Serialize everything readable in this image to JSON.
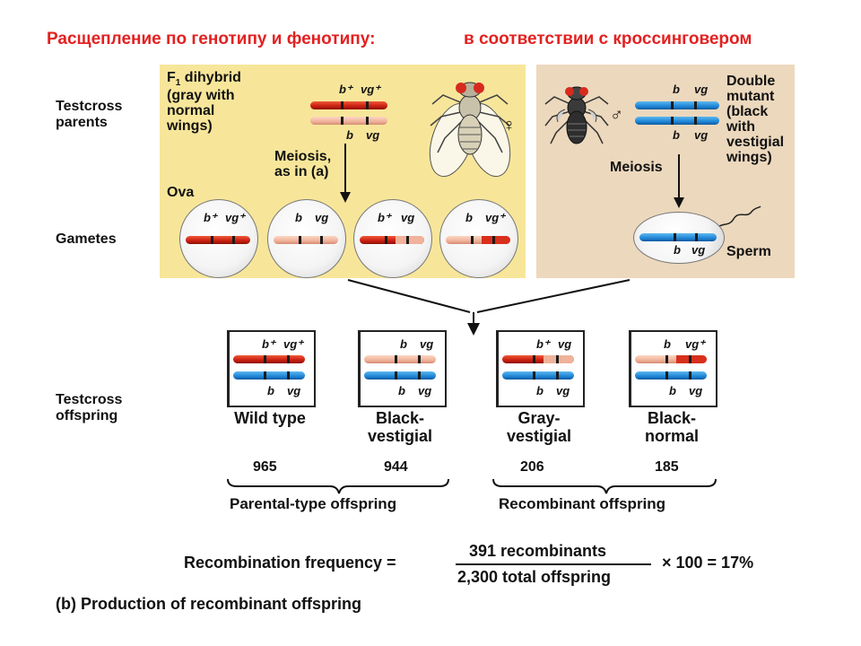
{
  "title": {
    "left": "Расщепление по генотипу и фенотипу:",
    "right": "в соответствии с кроссинговером"
  },
  "row_labels": {
    "testcross_parents": [
      "Testcross",
      "parents"
    ],
    "gametes": "Gametes",
    "testcross_offspring": [
      "Testcross",
      "offspring"
    ]
  },
  "left_panel": {
    "f1_prefix": "F",
    "f1_sub": "1",
    "f1_rest": "dihybrid",
    "desc": [
      "(gray with",
      "normal",
      "wings)"
    ],
    "meiosis": [
      "Meiosis,",
      "as in (a)"
    ],
    "ova": "Ova",
    "female_symbol": "♀",
    "alleles_top": [
      "b⁺",
      "vg⁺"
    ],
    "alleles_bottom": [
      "b",
      "vg"
    ],
    "gametes": [
      {
        "b": "b⁺",
        "vg": "vg⁺"
      },
      {
        "b": "b",
        "vg": "vg"
      },
      {
        "b": "b⁺",
        "vg": "vg"
      },
      {
        "b": "b",
        "vg": "vg⁺"
      }
    ]
  },
  "right_panel": {
    "male_symbol": "♂",
    "desc": [
      "Double",
      "mutant",
      "(black",
      "with",
      "vestigial",
      "wings)"
    ],
    "meiosis": "Meiosis",
    "sperm": "Sperm",
    "alleles": [
      "b",
      "vg"
    ]
  },
  "offspring": [
    {
      "top_b": "b⁺",
      "top_vg": "vg⁺",
      "bottom_b": "b",
      "bottom_vg": "vg",
      "phenotype": [
        "Wild type",
        ""
      ],
      "count": "965"
    },
    {
      "top_b": "b",
      "top_vg": "vg",
      "bottom_b": "b",
      "bottom_vg": "vg",
      "phenotype": [
        "Black-",
        "vestigial"
      ],
      "count": "944"
    },
    {
      "top_b": "b⁺",
      "top_vg": "vg",
      "bottom_b": "b",
      "bottom_vg": "vg",
      "phenotype": [
        "Gray-",
        "vestigial"
      ],
      "count": "206"
    },
    {
      "top_b": "b",
      "top_vg": "vg⁺",
      "bottom_b": "b",
      "bottom_vg": "vg",
      "phenotype": [
        "Black-",
        "normal"
      ],
      "count": "185"
    }
  ],
  "groups": {
    "parental": "Parental-type offspring",
    "recombinant": "Recombinant offspring"
  },
  "formula": {
    "label": "Recombination frequency =",
    "numerator": "391 recombinants",
    "denominator": "2,300 total offspring",
    "result": "× 100 = 17%"
  },
  "caption": "(b) Production of recombinant offspring",
  "colors": {
    "title": "#e32121",
    "left_panel": "#f7e69a",
    "right_panel": "#ecd8bd",
    "chromosome_red": "#c81e10",
    "chromosome_pink": "#f0b29a",
    "chromosome_blue": "#1f86d6"
  }
}
